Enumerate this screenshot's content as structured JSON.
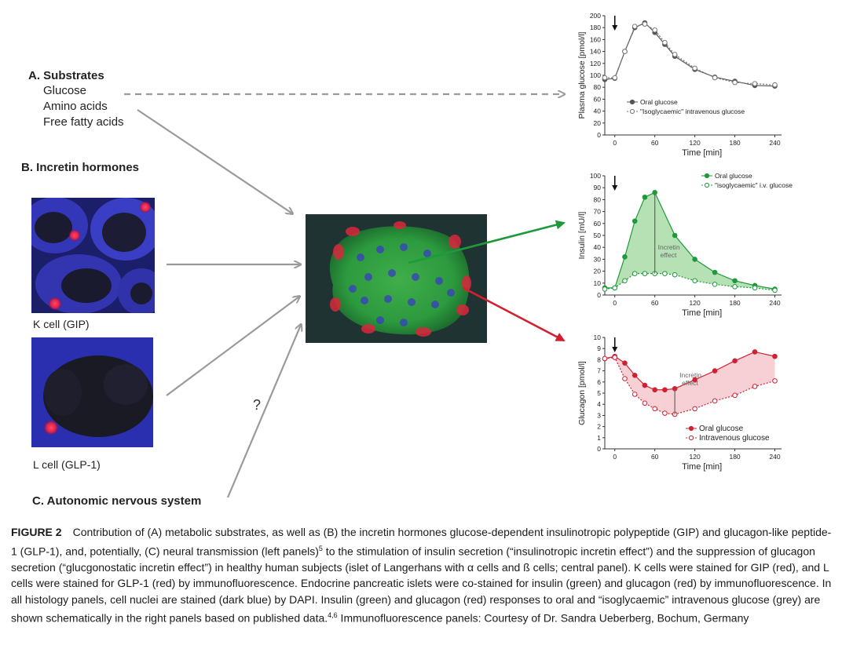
{
  "left": {
    "section_a_title": "A. Substrates",
    "substrates": [
      "Glucose",
      "Amino acids",
      "Free fatty acids"
    ],
    "section_b_title": "B. Incretin hormones",
    "k_cell_label": "K cell (GIP)",
    "l_cell_label": "L cell (GLP-1)",
    "question_mark": "?",
    "section_c_title": "C. Autonomic nervous system"
  },
  "colors": {
    "nuclei_blue": "#2a2f9c",
    "insulin_green": "#1e9a3a",
    "glucagon_red": "#d32030",
    "arrow_grey": "#9a9a9a"
  },
  "caption": {
    "figure_label": "FIGURE 2",
    "text_1": "Contribution of (A) metabolic substrates, as well as (B) the incretin hormones glucose-dependent insulinotropic polypeptide (GIP) and glucagon-like peptide-1 (GLP-1), and, potentially, (C) neural transmission (left panels)",
    "sup_1": "5",
    "text_2": " to the stimulation of insulin secretion (“insulinotropic incretin effect”) and the suppression of glucagon secretion (“glucgonostatic incretin effect”) in healthy human subjects (islet of Langerhans with α cells and ß cells; central panel). K cells were stained for GIP (red), and L cells were stained for GLP-1 (red) by immunofluorescence. Endocrine pancreatic islets were co-stained for insulin (green) and glucagon (red) by immunofluorescence. In all histology panels, cell nuclei are stained (dark blue) by DAPI. Insulin (green) and glucagon (red) responses to oral and “isoglycaemic” intravenous glucose (grey) are shown schematically in the right panels based on published data.",
    "sup_2": "4,6",
    "text_3": " Immunofluorescence panels: Courtesy of Dr. Sandra Ueberberg, Bochum, Germany"
  },
  "chart_data": [
    {
      "type": "line",
      "ylabel": "Plasma glucose [pmol/l]",
      "xlabel": "Time [min]",
      "xlim": [
        -15,
        250
      ],
      "ylim": [
        0,
        200
      ],
      "xticks": [
        0,
        60,
        120,
        180,
        240
      ],
      "yticks": [
        0,
        20,
        40,
        60,
        80,
        100,
        120,
        140,
        160,
        180,
        200
      ],
      "arrow_at_x": 0,
      "legend": "bottom-right",
      "series": [
        {
          "name": "Oral glucose",
          "x": [
            -15,
            0,
            15,
            30,
            45,
            60,
            75,
            90,
            120,
            150,
            180,
            210,
            240
          ],
          "y": [
            93,
            95,
            140,
            180,
            188,
            172,
            152,
            132,
            110,
            97,
            90,
            83,
            82
          ],
          "style": "filled",
          "color": "#555555"
        },
        {
          "name": "\"Isoglycaemic\" intravenous glucose",
          "x": [
            -15,
            0,
            15,
            30,
            45,
            60,
            75,
            90,
            120,
            150,
            180,
            210,
            240
          ],
          "y": [
            96,
            96,
            140,
            182,
            186,
            176,
            155,
            135,
            112,
            96,
            88,
            86,
            84
          ],
          "style": "open",
          "color": "#777777"
        }
      ]
    },
    {
      "type": "area",
      "ylabel": "Insulin [mU/l]",
      "xlabel": "Time [min]",
      "xlim": [
        -15,
        250
      ],
      "ylim": [
        0,
        100
      ],
      "xticks": [
        0,
        60,
        120,
        180,
        240
      ],
      "yticks": [
        0,
        10,
        20,
        30,
        40,
        50,
        60,
        70,
        80,
        90,
        100
      ],
      "arrow_at_x": 0,
      "annotation": "Incretin effect",
      "annotation_x": 60,
      "legend": "top",
      "series": [
        {
          "name": "Oral glucose",
          "x": [
            -15,
            0,
            15,
            30,
            45,
            60,
            90,
            120,
            150,
            180,
            210,
            240
          ],
          "y": [
            6,
            6,
            32,
            62,
            82,
            86,
            50,
            30,
            19,
            12,
            8,
            5
          ],
          "style": "filled",
          "color": "#1e9a3a"
        },
        {
          "name": "\"isoglycaemic\" i.v. glucose",
          "x": [
            -15,
            0,
            15,
            30,
            45,
            60,
            75,
            90,
            120,
            150,
            180,
            210,
            240
          ],
          "y": [
            5,
            6,
            12,
            18,
            18,
            18,
            18,
            17,
            12,
            9,
            7,
            6,
            4
          ],
          "style": "open",
          "color": "#1e9a3a"
        }
      ]
    },
    {
      "type": "area",
      "ylabel": "Glucagon [pmol/l]",
      "xlabel": "Time [min]",
      "xlim": [
        -15,
        250
      ],
      "ylim": [
        0,
        10
      ],
      "xticks": [
        0,
        60,
        120,
        180,
        240
      ],
      "yticks": [
        0,
        1,
        2,
        3,
        4,
        5,
        6,
        7,
        8,
        9,
        10
      ],
      "arrow_at_x": 0,
      "annotation": "Incretin effect",
      "annotation_x": 90,
      "legend": "bottom-right",
      "series": [
        {
          "name": "Oral glucose",
          "x": [
            -15,
            0,
            15,
            30,
            45,
            60,
            75,
            90,
            120,
            150,
            180,
            210,
            240
          ],
          "y": [
            8.1,
            8.3,
            7.7,
            6.6,
            5.7,
            5.3,
            5.3,
            5.4,
            6.2,
            7.0,
            7.9,
            8.7,
            8.3
          ],
          "style": "filled",
          "color": "#d32030"
        },
        {
          "name": "Intravenous glucose",
          "x": [
            -15,
            0,
            15,
            30,
            45,
            60,
            75,
            90,
            120,
            150,
            180,
            210,
            240
          ],
          "y": [
            8.1,
            8.2,
            6.3,
            4.9,
            4.1,
            3.6,
            3.2,
            3.1,
            3.6,
            4.3,
            4.8,
            5.6,
            6.1
          ],
          "style": "open",
          "color": "#d32030"
        }
      ]
    }
  ]
}
